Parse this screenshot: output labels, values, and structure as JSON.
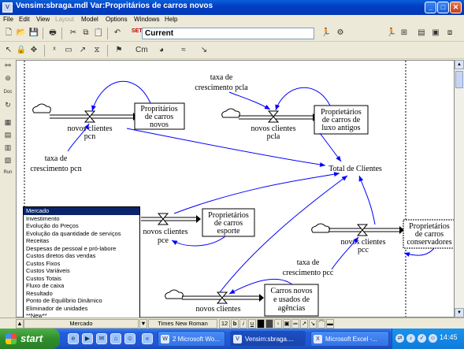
{
  "window": {
    "title": "Vensim:sbraga.mdl Var:Propritários de carros novos",
    "minimize": "_",
    "maximize": "□",
    "close": "✕"
  },
  "menu": {
    "items": [
      "File",
      "Edit",
      "View",
      "Layout",
      "Model",
      "Options",
      "Windows",
      "Help"
    ],
    "disabled": [
      "Layout"
    ]
  },
  "toolbar": {
    "set_label": "SET",
    "current_run": "Current"
  },
  "left_tools": {
    "doc_label": "Doc",
    "run_label": "Run"
  },
  "diagram": {
    "stocks": [
      {
        "id": "proprit_novos",
        "lines": [
          "Propritários",
          "de carros",
          "novos"
        ]
      },
      {
        "id": "propr_luxo",
        "lines": [
          "Proprietários",
          "de carros de",
          "luxo antigos"
        ]
      },
      {
        "id": "propr_esporte",
        "lines": [
          "Proprietários",
          "de carros",
          "esporte"
        ]
      },
      {
        "id": "propr_conservadores",
        "lines": [
          "Proprietários",
          "de carros",
          "conservadores"
        ]
      },
      {
        "id": "carros_usados",
        "lines": [
          "Carros novos",
          "e usados de",
          "agências"
        ]
      }
    ],
    "flows": [
      {
        "id": "pcn",
        "lines": [
          "novos clientes",
          "pcn"
        ]
      },
      {
        "id": "pcla",
        "lines": [
          "novos clientes",
          "pcla"
        ]
      },
      {
        "id": "pce",
        "lines": [
          "novos clientes",
          "pce"
        ]
      },
      {
        "id": "pcc",
        "lines": [
          "novos clientes",
          "pcc"
        ]
      },
      {
        "id": "cu",
        "lines": [
          "novos clientes"
        ]
      }
    ],
    "auxiliaries": [
      {
        "id": "taxa_pcn",
        "lines": [
          "taxa de",
          "crescimento pcn"
        ]
      },
      {
        "id": "taxa_pcla",
        "lines": [
          "taxa de",
          "crescimento pcla"
        ]
      },
      {
        "id": "taxa_pcc",
        "lines": [
          "taxa de",
          "crescimento pcc"
        ]
      },
      {
        "id": "total",
        "lines": [
          "Total de Clientes"
        ]
      }
    ]
  },
  "view_dropdown": {
    "items": [
      "Mercado",
      "Investimento",
      "Evolução do Preços",
      "Evolução da quantidade de serviços",
      "Receitas",
      "Despesas de pessoal e pró-labore",
      "Custos diretos das vendas",
      "Custos Fixos",
      "Custos Variáveis",
      "Custos Totais",
      "Fluxo de caixa",
      "Resultado",
      "Ponto de Equilíbrio Dinâmico",
      "Eliminador de unidades",
      "**New**"
    ],
    "selected": "Mercado"
  },
  "statusbar": {
    "view_name": "Mercado",
    "font": "Times New Roman",
    "font_size": "12",
    "bold": "b",
    "italic": "i",
    "underline": "u"
  },
  "taskbar": {
    "start_label": "start",
    "tasks": [
      {
        "label": "2 Microsoft Wo...",
        "active": false
      },
      {
        "label": "Vensim:sbraga....",
        "active": true
      },
      {
        "label": "Microsoft Excel -...",
        "active": false
      }
    ],
    "clock": "14:45"
  },
  "colors": {
    "link_arrow": "#0000ff",
    "flow_pipe": "#000000",
    "selection": "#0a246a",
    "title_bar": "#0340c4"
  }
}
